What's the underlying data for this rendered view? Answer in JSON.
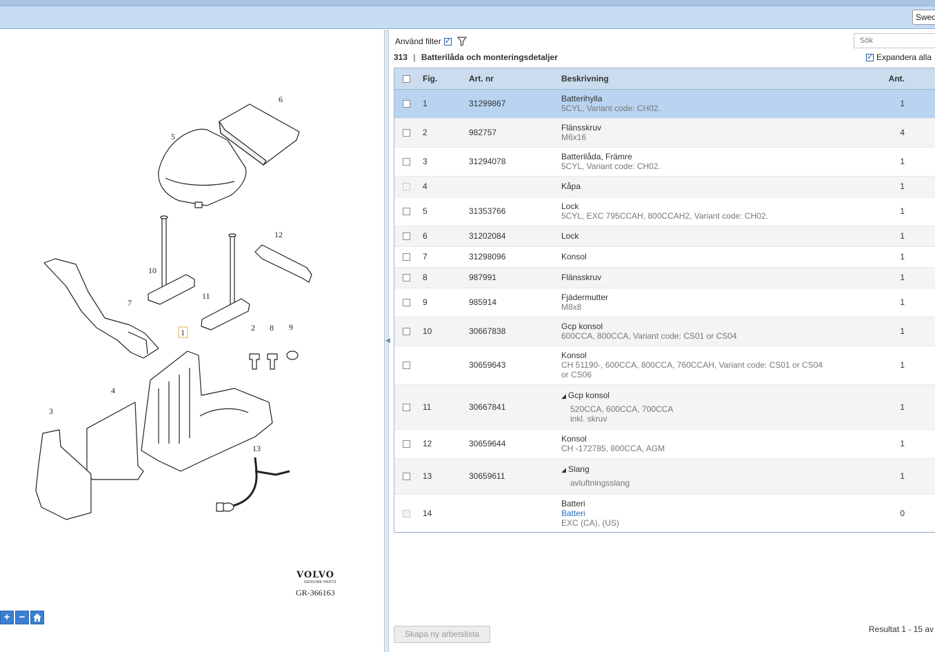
{
  "header": {
    "language": "Swed"
  },
  "filter": {
    "label": "Använd filter",
    "checked": true
  },
  "search": {
    "placeholder": "Sök"
  },
  "section": {
    "number": "313",
    "separator": "|",
    "title": "Batterilåda och monteringsdetaljer"
  },
  "expand_all": {
    "label": "Expandera alla",
    "checked": true
  },
  "table": {
    "headers": {
      "fig": "Fig.",
      "art": "Art. nr",
      "desc": "Beskrivning",
      "qty": "Ant."
    },
    "rows": [
      {
        "fig": "1",
        "art": "31299867",
        "title": "Batterihylla",
        "sub": "5CYL, Variant code: CH02.",
        "qty": "1"
      },
      {
        "fig": "2",
        "art": "982757",
        "title": "Flänsskruv",
        "sub": "M6x16",
        "qty": "4"
      },
      {
        "fig": "3",
        "art": "31294078",
        "title": "Batterilåda, Främre",
        "sub": "5CYL, Variant code: CH02.",
        "qty": "1"
      },
      {
        "fig": "4",
        "art": "",
        "title": "Kåpa",
        "sub": "",
        "qty": "1"
      },
      {
        "fig": "5",
        "art": "31353766",
        "title": "Lock",
        "sub": "5CYL, EXC 795CCAH, 800CCAH2, Variant code: CH02.",
        "qty": "1"
      },
      {
        "fig": "6",
        "art": "31202084",
        "title": "Lock",
        "sub": "",
        "qty": "1"
      },
      {
        "fig": "7",
        "art": "31298096",
        "title": "Konsol",
        "sub": "",
        "qty": "1"
      },
      {
        "fig": "8",
        "art": "987991",
        "title": "Flänsskruv",
        "sub": "",
        "qty": "1"
      },
      {
        "fig": "9",
        "art": "985914",
        "title": "Fjädermutter",
        "sub": "M8x8",
        "qty": "1"
      },
      {
        "fig": "10",
        "art": "30667838",
        "title": "Gcp konsol",
        "sub": "600CCA, 800CCA, Variant code: CS01 or CS04",
        "qty": "1"
      },
      {
        "fig": "",
        "art": "30659643",
        "title": "Konsol",
        "sub": "CH 51190-, 600CCA, 800CCA, 760CCAH, Variant code: CS01 or CS04",
        "sub2": "or CS06",
        "qty": "1"
      },
      {
        "fig": "11",
        "art": "30667841",
        "title": "Gcp konsol",
        "sub": "520CCA, 600CCA, 700CCA",
        "sub2": "inkl. skruv",
        "qty": "1"
      },
      {
        "fig": "12",
        "art": "30659644",
        "title": "Konsol",
        "sub": "CH -172785, 800CCA, AGM",
        "qty": "1"
      },
      {
        "fig": "13",
        "art": "30659611",
        "title": "Slang",
        "sub": "avluftningsslang",
        "qty": "1"
      },
      {
        "fig": "14",
        "art": "",
        "title": "Batteri",
        "link": "Batteri",
        "sub": "EXC (CA), (US)",
        "qty": "0"
      }
    ]
  },
  "diagram": {
    "callouts": [
      "1",
      "2",
      "3",
      "4",
      "5",
      "6",
      "7",
      "8",
      "9",
      "10",
      "11",
      "12",
      "13"
    ],
    "logo": "VOLVO",
    "logo_sub": "GENUINE PARTS",
    "code": "GR-366163"
  },
  "footer": {
    "create_button": "Skapa ny arbetslista",
    "result": "Resultat 1 - 15 av"
  },
  "zoom": {
    "plus": "+",
    "minus": "−"
  }
}
